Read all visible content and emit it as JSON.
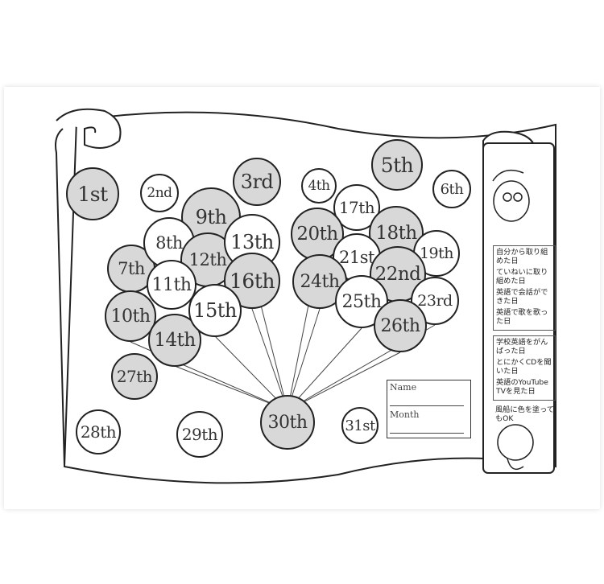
{
  "balloons": {
    "d1": "1st",
    "d2": "2nd",
    "d3": "3rd",
    "d4": "4th",
    "d5": "5th",
    "d6": "6th",
    "d7": "7th",
    "d8": "8th",
    "d9": "9th",
    "d10": "10th",
    "d11": "11th",
    "d12": "12th",
    "d13": "13th",
    "d14": "14th",
    "d15": "15th",
    "d16": "16th",
    "d17": "17th",
    "d18": "18th",
    "d19": "19th",
    "d20": "20th",
    "d21": "21st",
    "d22": "22nd",
    "d23": "23rd",
    "d24": "24th",
    "d25": "25th",
    "d26": "26th",
    "d27": "27th",
    "d28": "28th",
    "d29": "29th",
    "d30": "30th",
    "d31": "31st"
  },
  "legend": {
    "group1": [
      "自分から取り組めた日",
      "ていねいに取り組めた日",
      "英語で会話ができた日",
      "英語で歌を歌った日"
    ],
    "group2": [
      "学校英語をがんばった日",
      "とにかくCDを聞いた日",
      "英語のYouTube TVを見た日"
    ],
    "note": "風船に色を塗ってもOK"
  },
  "form": {
    "name_label": "Name",
    "month_label": "Month"
  },
  "colors": {
    "shaded": "#d8d8d8",
    "outline": "#222222"
  }
}
